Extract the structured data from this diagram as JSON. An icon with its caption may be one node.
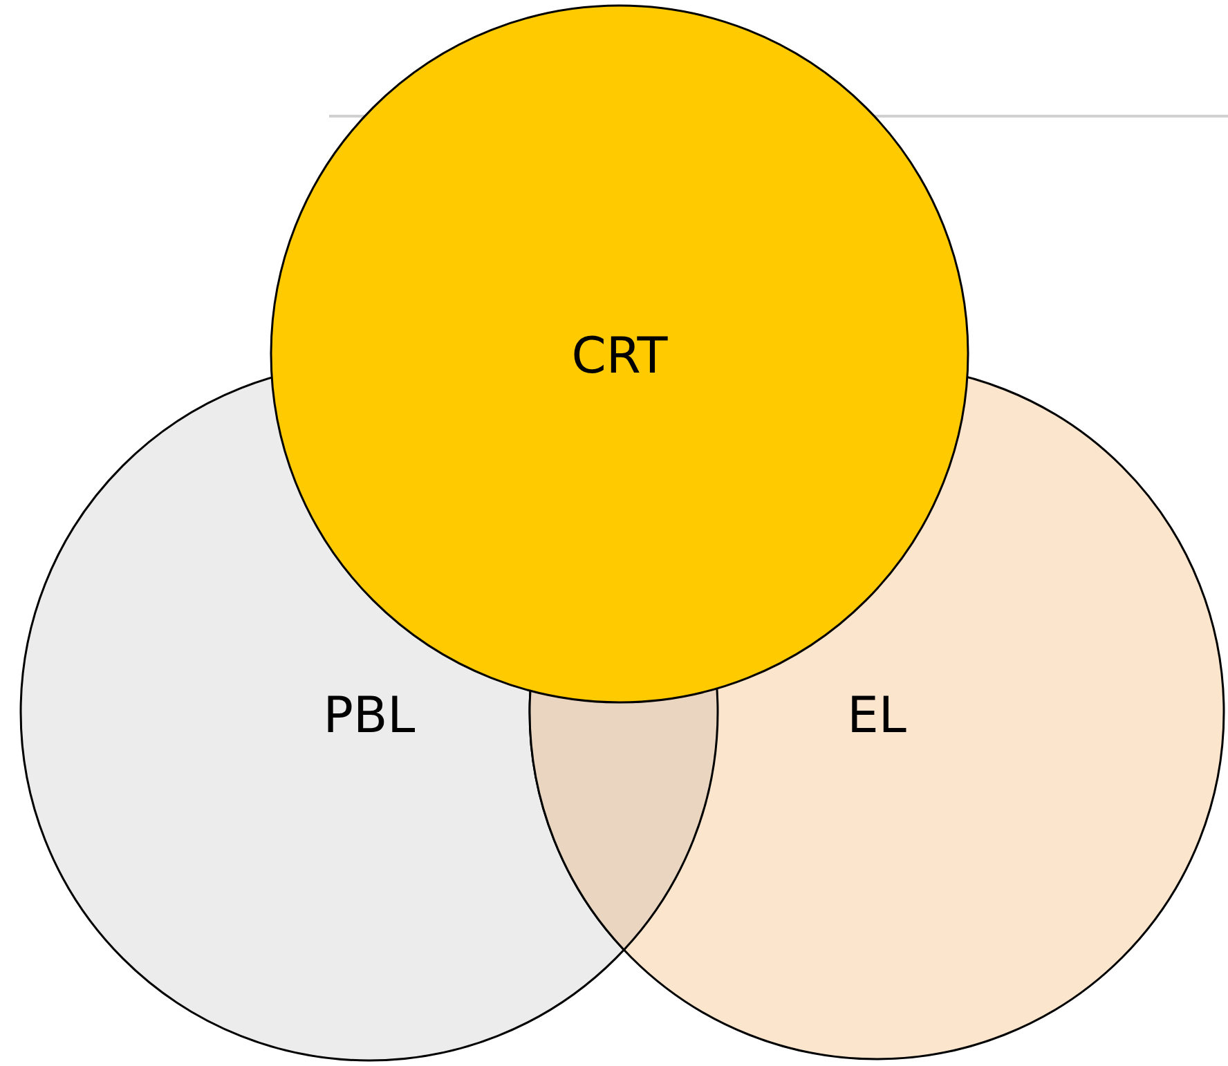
{
  "diagram": {
    "nodes": [
      {
        "text": [
          "CRT"
        ]
      },
      {
        "text": [
          "PBL"
        ]
      },
      {
        "text": [
          "EL"
        ]
      }
    ],
    "edges": []
  }
}
